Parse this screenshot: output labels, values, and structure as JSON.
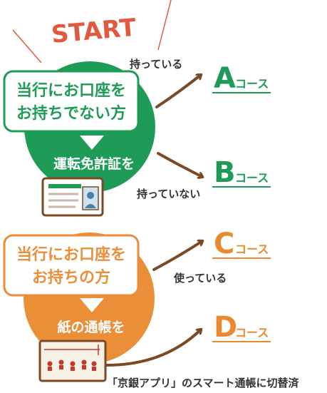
{
  "start_label": "START",
  "colors": {
    "green": "#1e9c57",
    "orange": "#eb8e38",
    "arrow": "#7b4a25",
    "accent_red": "#e05a40",
    "course_green": "#1e9c57",
    "course_orange": "#ea8a30"
  },
  "group_top": {
    "question_line1": "当行にお口座を",
    "question_line2": "お持ちでない方",
    "subject": "運転免許証を",
    "item_icon": "drivers-license-icon",
    "branch_yes": "持っている",
    "branch_no": "持っていない",
    "course_yes": {
      "letter": "A",
      "suffix": "コース"
    },
    "course_no": {
      "letter": "B",
      "suffix": "コース"
    }
  },
  "group_bottom": {
    "question_line1": "当行にお口座を",
    "question_line2": "お持ちの方",
    "subject": "紙の通帳を",
    "item_icon": "paper-passbook-icon",
    "branch_yes": "使っている",
    "course_yes": {
      "letter": "C",
      "suffix": "コース"
    },
    "course_other": {
      "letter": "D",
      "suffix": "コース"
    },
    "switch_note": "「京銀アプリ」のスマート通帳に切替済"
  }
}
